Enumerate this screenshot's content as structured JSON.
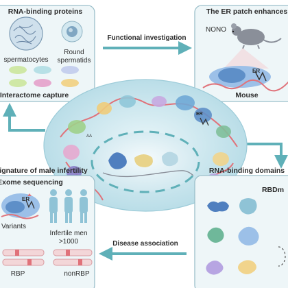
{
  "panels": {
    "top_left": {
      "title": "RNA-binding proteins",
      "label_left": "spermatocytes",
      "label_right_line1": "Round",
      "label_right_line2": "spermatids",
      "caption": "Interactome capture"
    },
    "top_right": {
      "title": "The ER patch enhances",
      "gene_label": "NONO",
      "er_tag": "ER",
      "caption": "Mouse"
    },
    "bottom_left": {
      "title": "Signature of male infertility",
      "subtitle": "Exome sequencing",
      "er_tag": "ER",
      "variants_label": "Variants",
      "infertile_line1": "Infertile men",
      "infertile_line2": ">1000",
      "rbp_label": "RBP",
      "nonrbp_label": "nonRBP"
    },
    "bottom_right": {
      "title": "RNA-binding domains",
      "label": "RBDm"
    }
  },
  "center": {
    "er_tag": "ER",
    "aa_label": "AA"
  },
  "arrows": {
    "functional_investigation": "Functional investigation",
    "disease_association": "Disease association"
  },
  "colors": {
    "panel_fill": "#eef6f8",
    "panel_border": "#9bbfca",
    "arrow": "#5fb0b8",
    "rna_strand": "#e0727a",
    "cell_fill": "#c9e6ee",
    "ink": "#2b2b2b"
  }
}
